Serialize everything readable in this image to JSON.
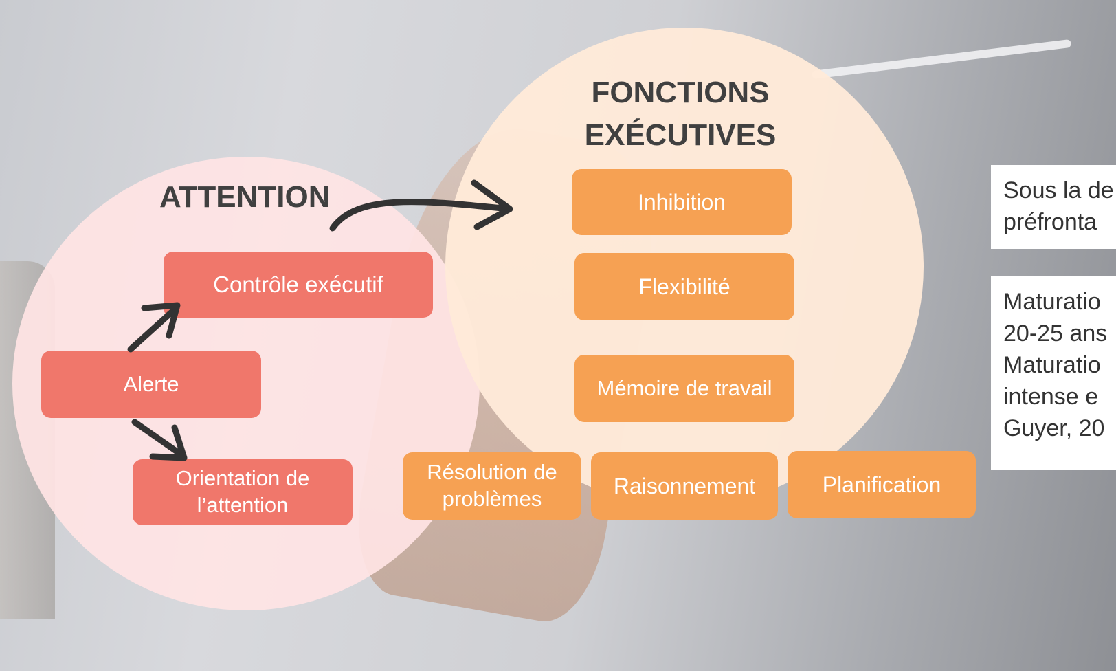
{
  "attention": {
    "title": "ATTENTION",
    "controle_executif": "Contrôle exécutif",
    "alerte": "Alerte",
    "orientation": "Orientation de l’attention"
  },
  "fonctions_executives": {
    "title": "FONCTIONS EXÉCUTIVES",
    "inhibition": "Inhibition",
    "flexibilite": "Flexibilité",
    "memoire": "Mémoire de travail",
    "resolution": "Résolution de problèmes",
    "raisonnement": "Raisonnement",
    "planification": "Planification"
  },
  "notes": {
    "note1_line1": "Sous la de",
    "note1_line2": "préfronta",
    "note2_line1": "Maturatio",
    "note2_line2": "20-25 ans",
    "note2_line3": "Maturatio",
    "note2_line4": "intense e",
    "note2_line5": "Guyer, 20"
  },
  "colors": {
    "attention_circle": "#ffe4e4",
    "exec_circle": "#ffead8",
    "red_box": "#f0776b",
    "orange_box": "#f6a153",
    "arrow": "#333333"
  }
}
